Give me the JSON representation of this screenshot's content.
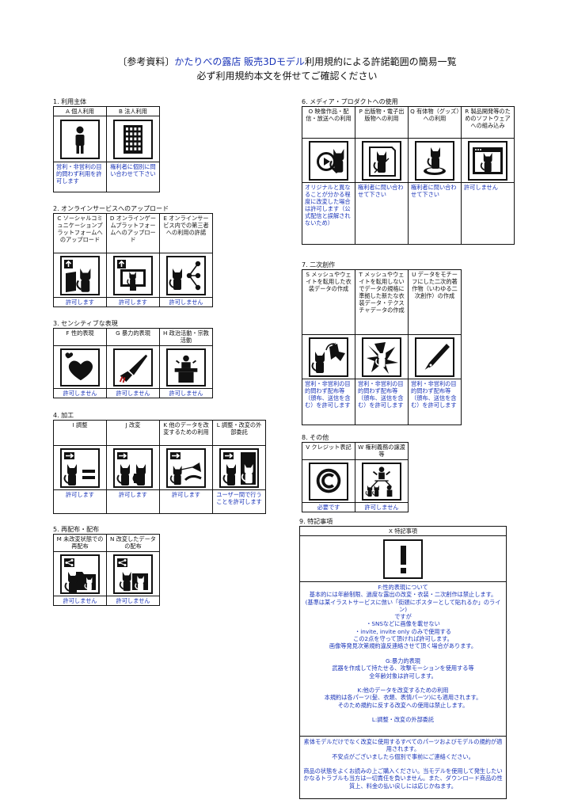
{
  "header": {
    "line1_prefix": "〔参考資料〕",
    "line1_shop": "かたりべの露店 販売3Dモデル",
    "line1_suffix": "利用規約による許諾範囲の簡易一覧",
    "line2": "必ず利用規約本文を併せてご確認ください"
  },
  "colors": {
    "accent": "#1a34b8",
    "border": "#111111"
  },
  "sections": {
    "s1": {
      "label": "1. 利用主体",
      "cols": [
        {
          "head": "A 個人利用",
          "icon": "person-icon",
          "result": "営利・非営利の目的問わず利用を許可します"
        },
        {
          "head": "B 法人利用",
          "icon": "building-icon",
          "result": "権利者に個別に問い合わせて下さい"
        }
      ]
    },
    "s2": {
      "label": "2. オンラインサービスへのアップロード",
      "cols": [
        {
          "head": "C ソーシャルコミュニケーションプラットフォームへのアップロード",
          "icon": "upload-avatar-icon",
          "result": "許可します"
        },
        {
          "head": "D オンラインゲームプラットフォームへのアップロード",
          "icon": "upload-monitor-icon",
          "result": "許可します"
        },
        {
          "head": "E オンラインサービス内での第三者への利用の許諾",
          "icon": "share-network-icon",
          "result": "許可しません"
        }
      ]
    },
    "s3": {
      "label": "3. センシティブな表現",
      "cols": [
        {
          "head": "F 性的表現",
          "icon": "heart-icon",
          "result": "許可しません"
        },
        {
          "head": "G 暴力的表現",
          "icon": "knife-icon",
          "result": "許可しません"
        },
        {
          "head": "H 政治活動・宗教活動",
          "icon": "podium-icon",
          "result": "許可しません"
        }
      ]
    },
    "s4": {
      "label": "4. 加工",
      "cols": [
        {
          "head": "I 調整",
          "icon": "adjust-equal-icon",
          "result": "許可します"
        },
        {
          "head": "J 改変",
          "icon": "modify-icon",
          "result": "許可します"
        },
        {
          "head": "K 他のデータを改変するための利用",
          "icon": "transfer-icon",
          "result": "許可します"
        },
        {
          "head": "L 調整・改変の外部委託",
          "icon": "outsource-icon",
          "result": "ユーザー間で行うことを許可します"
        }
      ]
    },
    "s5": {
      "label": "5. 再配布・配布",
      "cols": [
        {
          "head": "M 未改変状態での再配布",
          "icon": "folder-share-icon",
          "result": "許可しません"
        },
        {
          "head": "N 改変したデータの配布",
          "icon": "modified-share-icon",
          "result": "許可しません"
        }
      ]
    },
    "s6": {
      "label": "6. メディア・プロダクトへの使用",
      "cols": [
        {
          "head": "O 映像作品・配信・放送への利用",
          "icon": "video-play-icon",
          "result": "オリジナルと異なることが分かる程度に改変した場合は許可します（公式配信と誤解されないため）"
        },
        {
          "head": "P 出版物・電子出版物への利用",
          "icon": "book-icon",
          "result": "権利者に問い合わせて下さい"
        },
        {
          "head": "Q 有体物（グッズ）への利用",
          "icon": "figure-goods-icon",
          "result": "権利者に問い合わせて下さい"
        },
        {
          "head": "R 製品開発等のためのソフトウェアへの組み込み",
          "icon": "software-window-icon",
          "result": "許可しません"
        }
      ]
    },
    "s7": {
      "label": "7. 二次創作",
      "cols": [
        {
          "head": "S メッシュやウェイトを転用した衣装データの作成",
          "icon": "mesh-transfer-icon",
          "result": "営利・非営利の目的問わず配布等（頒布、送信を含む）を許可します"
        },
        {
          "head": "T メッシュやウェイトを転用しないでデータの規格に準拠した新たな衣装データ・テクスチャデータの作成",
          "icon": "new-costume-icon",
          "result": "営利・非営利の目的問わず配布等（頒布、送信を含む）を許可します"
        },
        {
          "head": "U データをモチーフにした二次的著作物（いわゆる二次創作）の作成",
          "icon": "pen-nib-icon",
          "result": "営利・非営利の目的問わず配布等（頒布、送信を含む）を許可します"
        }
      ]
    },
    "s8": {
      "label": "8. その他",
      "cols": [
        {
          "head": "V クレジット表記",
          "icon": "copyright-icon",
          "result": "必要です"
        },
        {
          "head": "W 権利義務の譲渡等",
          "icon": "rights-transfer-icon",
          "result": "許可しません"
        }
      ]
    },
    "s9": {
      "label": "9. 特記事項",
      "head": "X 特記事項",
      "icon": "exclamation-icon",
      "note1": "F:性的表現について\n基本的には年齢制限、過度な露出の改変・衣装・二次創作は禁止します。\n(基準は某イラストサービスに倣い「街頭にポスターとして貼れるか」のライン)\nですが\n・SNSなどに画像を載せない\n・invite, invite only のみで使用する\nこの2点を守って頂ければ許可します。\n画像等発見次第規約違反連絡させて頂く場合があります。\n\nG:暴力的表現\n武器を作成して持たせる、攻撃モーションを使用する等\n全年齢対象は許可します。\n\nK:他のデータを改変するための利用\n本規約は各パーツ(髪、衣類、表情パーツ)にも適用されます。\nそのため規約に反する改変への使用は禁止します。\n\nL:調整・改変の外部委託",
      "note2": "素体モデルだけでなく改変に使用するすべてのパーツおよびモデルの規約が適用されます。\n不安点がございましたら個別で事前にご連絡ください。\n\n商品の状態をよくお読みの上ご購入ください。当モデルを使用して発生したいかなるトラブルも当方は一切責任を負いません。また、ダウンロード商品の性質上、料金の払い戻しには応じかねます。"
    }
  }
}
